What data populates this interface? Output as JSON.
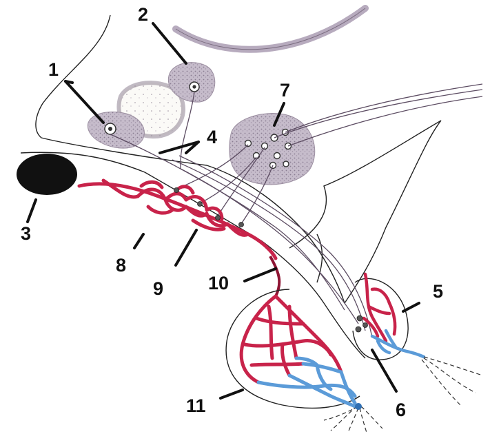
{
  "labels": {
    "l1": "1",
    "l2": "2",
    "l3": "3",
    "l4": "4",
    "l5": "5",
    "l6": "6",
    "l7": "7",
    "l8": "8",
    "l9": "9",
    "l10": "10",
    "l11": "11"
  },
  "colors": {
    "outline": "#222222",
    "artery": "#c8234a",
    "artery_dark": "#8e1433",
    "vein": "#5b9bd8",
    "vein_dark": "#2f6fb3",
    "nucleus_fill": "#bfb3c4",
    "nucleus_speck": "#8a7d92",
    "chiasm": "#111111",
    "tract": "#6d5c72"
  }
}
